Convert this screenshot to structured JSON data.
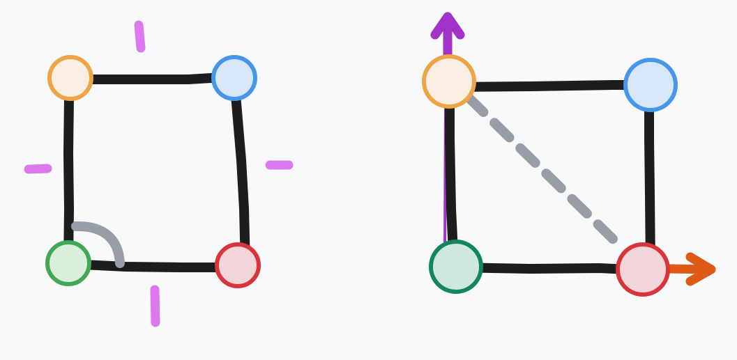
{
  "diagrams": [
    {
      "id": "square-left",
      "nodes": [
        {
          "name": "orange",
          "fill": "#faeee2",
          "stroke": "#eea547"
        },
        {
          "name": "blue",
          "fill": "#d8e7f8",
          "stroke": "#4697e9"
        },
        {
          "name": "green",
          "fill": "#d9efdb",
          "stroke": "#43a855"
        },
        {
          "name": "red",
          "fill": "#f2d5d9",
          "stroke": "#d9333b"
        }
      ],
      "edges": [
        "orange-blue",
        "blue-red",
        "red-green",
        "green-orange"
      ],
      "tick_marks": 4,
      "tick_color": "#dd79ee",
      "right_angle_marker": {
        "at": "green",
        "color": "#979ea7"
      }
    },
    {
      "id": "square-right",
      "nodes": [
        {
          "name": "orange",
          "fill": "#faeee2",
          "stroke": "#eea547"
        },
        {
          "name": "blue",
          "fill": "#d8e7f8",
          "stroke": "#4697e9"
        },
        {
          "name": "teal",
          "fill": "#cfe7df",
          "stroke": "#12875f"
        },
        {
          "name": "red",
          "fill": "#f2d5d9",
          "stroke": "#d9333b"
        }
      ],
      "edges": [
        "orange-blue",
        "blue-red",
        "red-teal",
        "teal-orange"
      ],
      "diagonal": {
        "from": "orange",
        "to": "red",
        "style": "dashed",
        "color": "#979ea7"
      },
      "arrows": [
        {
          "from": "orange",
          "direction": "up",
          "color": "#a133c8"
        },
        {
          "from": "red",
          "direction": "right",
          "color": "#e05a17"
        }
      ]
    }
  ]
}
